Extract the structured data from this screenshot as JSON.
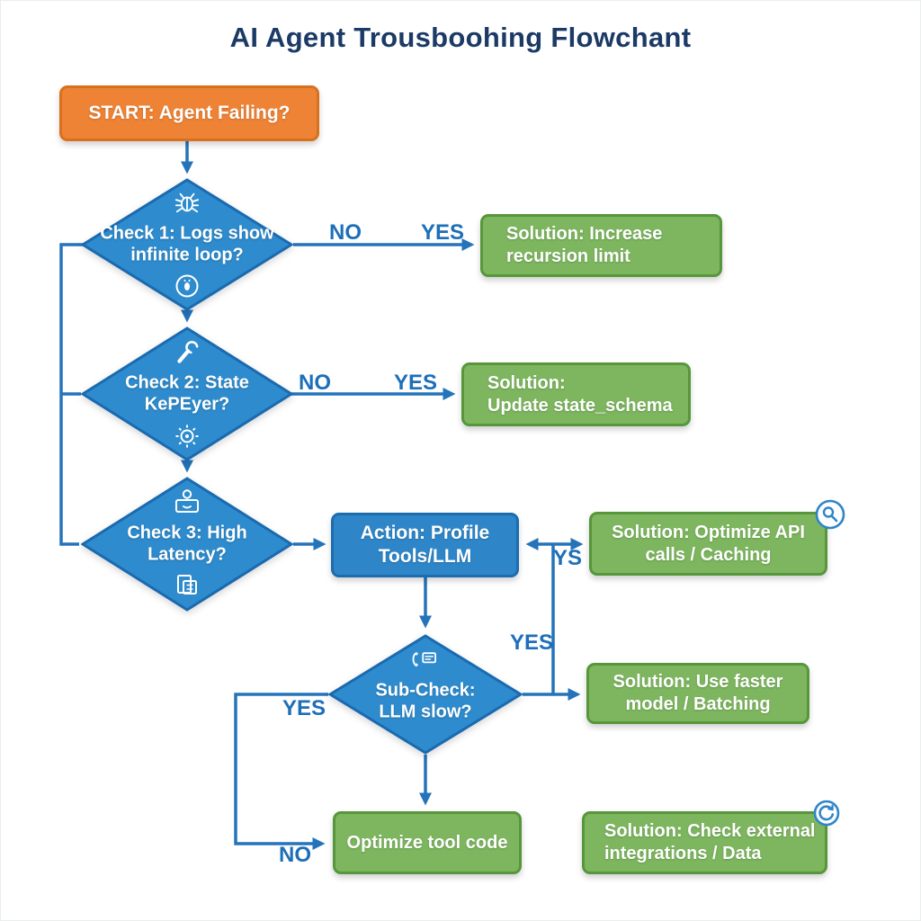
{
  "title": "AI Agent Trousboohing Flowchant",
  "colors": {
    "arrow_blue": "#2473bb",
    "diamond_fill": "#2e8bcd",
    "diamond_border": "#1a6ab0",
    "process_blue": "#2e86c8",
    "solution_green": "#7db65f",
    "solution_border": "#57963b",
    "start_orange": "#ee8335",
    "start_border": "#d8711e",
    "edge_label_blue": "#1d6fb8",
    "title_navy": "#1c3a66"
  },
  "nodes": {
    "start": {
      "lines": [
        "START: Agent Failing?"
      ]
    },
    "check1": {
      "lines": [
        "Check 1: Logs show",
        "infinite loop?"
      ],
      "icon_top": "bug-icon",
      "icon_bottom": "alert-circle-icon"
    },
    "check2": {
      "lines": [
        "Check 2: State",
        "KePEyer?"
      ],
      "icon_top": "wrench-icon",
      "icon_bottom": "gear-icon"
    },
    "check3": {
      "lines": [
        "Check 3: High",
        "Latency?"
      ],
      "icon_top": "user-monitor-icon",
      "icon_bottom": "copy-icon"
    },
    "action": {
      "lines": [
        "Action: Profile",
        "Tools/LLM"
      ]
    },
    "subcheck": {
      "lines": [
        "Sub-Check:",
        "LLM slow?"
      ],
      "icon_top": "phone-chat-icon"
    },
    "solution1": {
      "lines": [
        "Solution: Increase",
        "recursion limit"
      ]
    },
    "solution2": {
      "lines": [
        "Solution:",
        "Update state_schema"
      ]
    },
    "solution3": {
      "lines": [
        "Solution: Optimize API",
        "calls / Caching"
      ],
      "corner_icon": "search-icon"
    },
    "solution4": {
      "lines": [
        "Solution: Use faster",
        "model / Batching"
      ]
    },
    "optimize_tool": {
      "lines": [
        "Optimize tool code"
      ]
    },
    "solution5": {
      "lines": [
        "Solution: Check external",
        "integrations / Data"
      ],
      "corner_icon": "refresh-icon"
    }
  },
  "edge_labels": {
    "check1_no": "NO",
    "check1_yes": "YES",
    "check2_no": "NO",
    "check2_yes": "YES",
    "action_ys": "YS",
    "subcheck_yes_right": "YES",
    "subcheck_yes_left": "YES",
    "subcheck_no_bottom": "NO"
  }
}
